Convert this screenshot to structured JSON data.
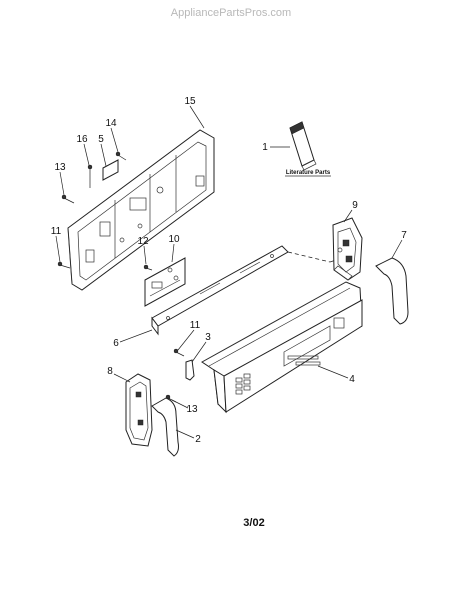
{
  "watermark": "AppliancePartsPros.com",
  "literature_label": "Literature Parts",
  "date_code": "3/02",
  "callouts": {
    "c15": "15",
    "c14": "14",
    "c16": "16",
    "c5": "5",
    "c13a": "13",
    "c11a": "11",
    "c1": "1",
    "c9": "9",
    "c7": "7",
    "c12": "12",
    "c10": "10",
    "c6": "6",
    "c11b": "11",
    "c3": "3",
    "c4": "4",
    "c8": "8",
    "c13b": "13",
    "c2": "2"
  }
}
